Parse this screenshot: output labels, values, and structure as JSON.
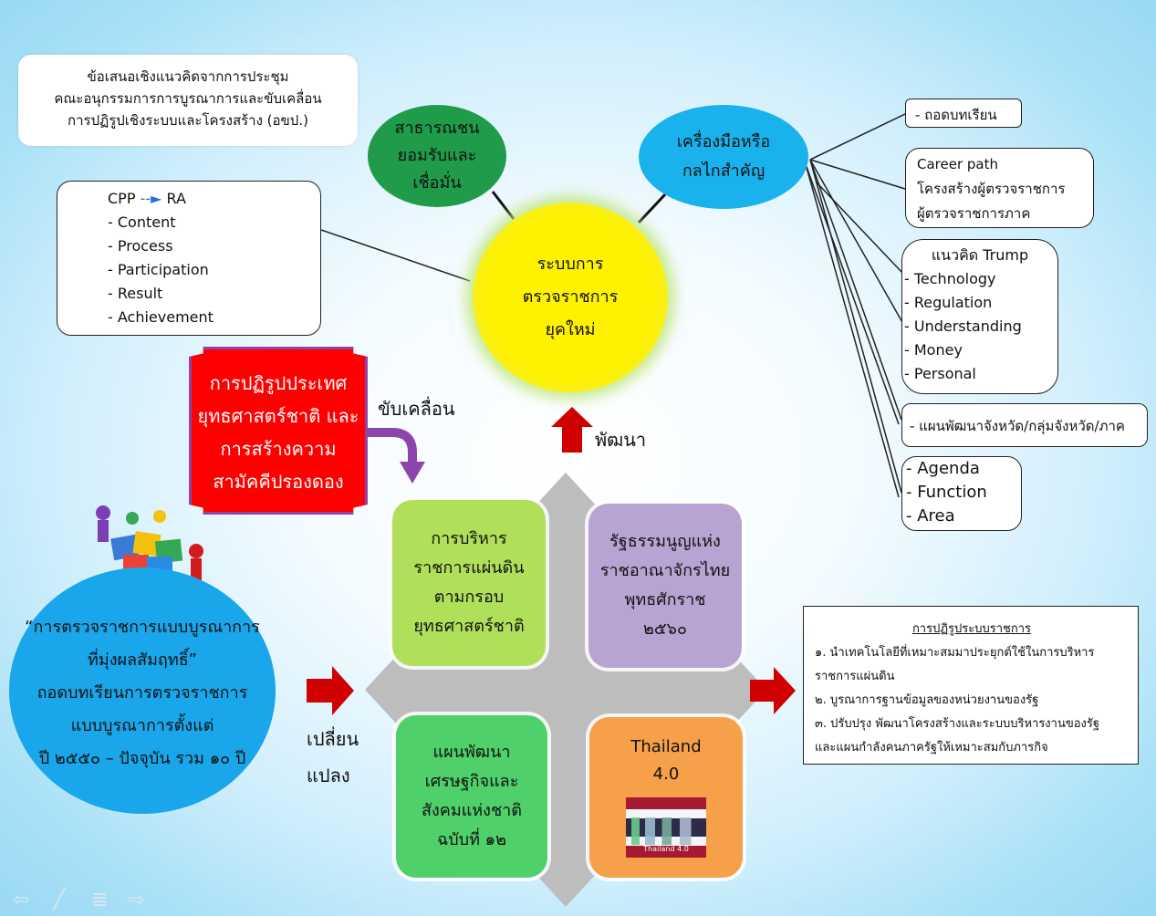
{
  "proposal_box": {
    "lines": [
      "ข้อเสนอเชิงแนวคิดจากการประชุม",
      "คณะอนุกรรมการการบูรณาการและขับเคลื่อน",
      "การปฏิรูปเชิงระบบและโครงสร้าง (อขป.)"
    ]
  },
  "cpp_box": {
    "title_left": "CPP",
    "title_right": "RA",
    "items": [
      "- Content",
      "- Process",
      "- Participation",
      "- Result",
      "- Achievement"
    ]
  },
  "public_circle": {
    "lines": [
      "สาธารณชน",
      "ยอมรับและ",
      "เชื่อมั่น"
    ]
  },
  "tools_circle": {
    "lines": [
      "เครื่องมือหรือ",
      "กลไกสำคัญ"
    ]
  },
  "center_circle": {
    "lines": [
      "ระบบการ",
      "ตรวจราชการ",
      "ยุคใหม่"
    ]
  },
  "develop_label": "พัฒนา",
  "red_box": {
    "lines": [
      "การปฏิรูปประเทศ",
      "ยุทธศาสตร์ชาติ และ",
      "การสร้างความ",
      "สามัคคีปรองดอง"
    ]
  },
  "drive_label": "ขับเคลื่อน",
  "change_label": {
    "line1": "เปลี่ยน",
    "line2": "แปลง"
  },
  "blue_circle": {
    "lines": [
      "“การตรวจราชการแบบบูรณาการ",
      "ที่มุ่งผลสัมฤทธิ์”",
      "ถอดบทเรียนการตรวจราชการ",
      "แบบบูรณาการตั้งแต่",
      "ปี ๒๕๕๐ – ปัจจุบัน รวม ๑๐ ปี"
    ]
  },
  "panels": {
    "admin": {
      "lines": [
        "การบริหาร",
        "ราชการแผ่นดิน",
        "ตามกรอบ",
        "ยุทธศาสตร์ชาติ"
      ]
    },
    "constitution": {
      "lines": [
        "รัฐธรรมนูญแห่ง",
        "ราชอาณาจักรไทย",
        "พุทธศักราช",
        "๒๕๖๐"
      ]
    },
    "plan": {
      "lines": [
        "แผนพัฒนา",
        "เศรษฐกิจและ",
        "สังคมแห่งชาติ",
        "ฉบับที่ ๑๒"
      ]
    },
    "thailand": {
      "line1": "Thailand",
      "line2": "4.0",
      "image_caption": "Thailand 4.0"
    }
  },
  "right_boxes": {
    "lessons": "- ถอดบทเรียน",
    "career": [
      "Career path",
      "โครงสร้างผู้ตรวจราชการ",
      "ผู้ตรวจราชการภาค"
    ],
    "trump_title": "แนวคิด Trump",
    "trump_items": [
      "- Technology",
      "- Regulation",
      "- Understanding",
      "- Money",
      "- Personal"
    ],
    "province_plan": "- แผนพัฒนาจังหวัด/กลุ่มจังหวัด/ภาค",
    "agenda_items": [
      "- Agenda",
      "- Function",
      "- Area"
    ]
  },
  "reform_box": {
    "title": "การปฏิรูประบบราชการ",
    "lines": [
      "๑. นำเทคโนโลยีที่เหมาะสมมาประยุกต์ใช้ในการบริหาร",
      "ราชการแผ่นดิน",
      "๒. บูรณาการฐานข้อมูลของหน่วยงานของรัฐ",
      "๓. ปรับปรุง พัฒนาโครงสร้างและระบบบริหารงานของรัฐ",
      "และแผนกำลังคนภาครัฐให้เหมาะสมกับภารกิจ"
    ]
  },
  "colors": {
    "yellow": "#fff200",
    "green_dark": "#1f9b4a",
    "sky": "#1ab2ec",
    "red": "#ff0000",
    "purple": "#8e44ad",
    "lime": "#b0e05a",
    "lavender": "#b7a4d2",
    "green": "#4fd06a",
    "orange": "#f7a04a",
    "gray": "#bdbdbd",
    "blue_circle": "#1aa6ea",
    "arrow_red": "#d10000"
  }
}
